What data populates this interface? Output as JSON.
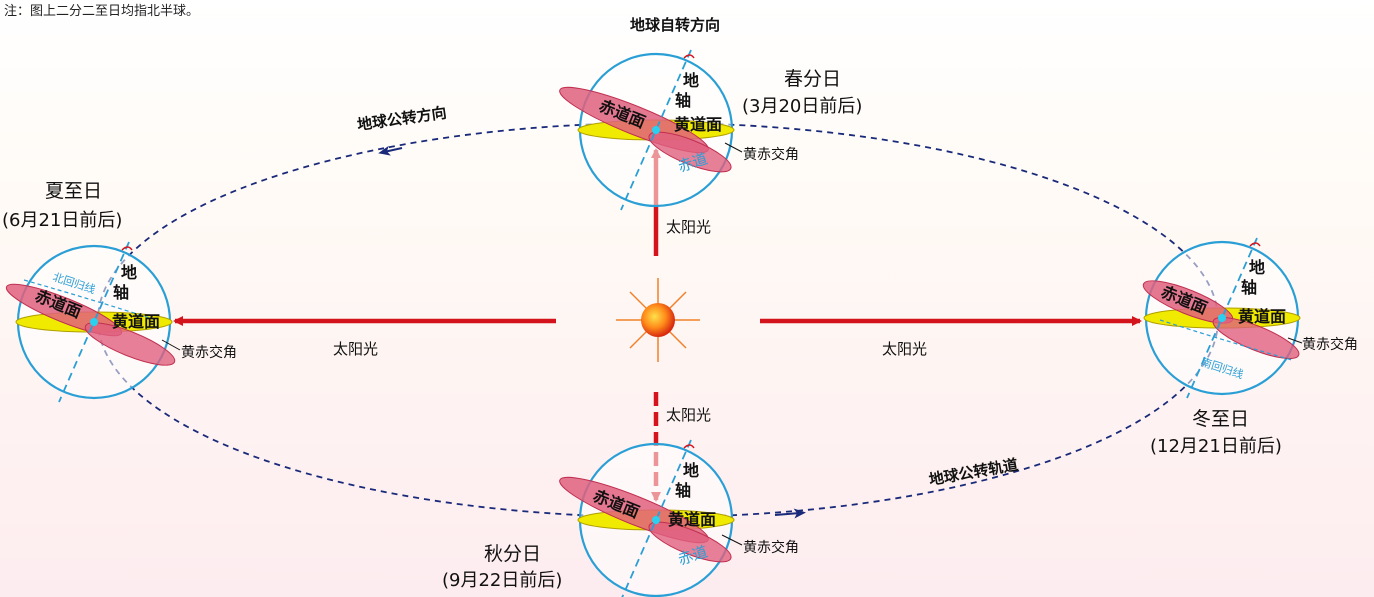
{
  "note": "注：图上二分二至日均指北半球。",
  "rotation_label": "地球自转方向",
  "revolution_dir_label": "地球公转方向",
  "orbit_label": "地球公转轨道",
  "sunlight_label": "太阳光",
  "axis_label_1": "地",
  "axis_label_2": "轴",
  "equator_plane_label": "赤道面",
  "ecliptic_plane_label": "黄道面",
  "obliquity_label": "黄赤交角",
  "equator_label": "赤道",
  "tropic_cancer_label": "北回归线",
  "tropic_capricorn_label": "南回归线",
  "vernal": {
    "name": "春分日",
    "date": "(3月20日前后)"
  },
  "summer": {
    "name": "夏至日",
    "date": "(6月21日前后)"
  },
  "autumn": {
    "name": "秋分日",
    "date": "(9月22日前后)"
  },
  "winter": {
    "name": "冬至日",
    "date": "(12月21日前后)"
  },
  "colors": {
    "orbit": "#1a2a7a",
    "sunlight": "#d4141c",
    "globe_outline": "#2a9fd6",
    "equator_plane": "#e0607e",
    "ecliptic_plane": "#f0ea00",
    "sun": "#f05a14"
  }
}
